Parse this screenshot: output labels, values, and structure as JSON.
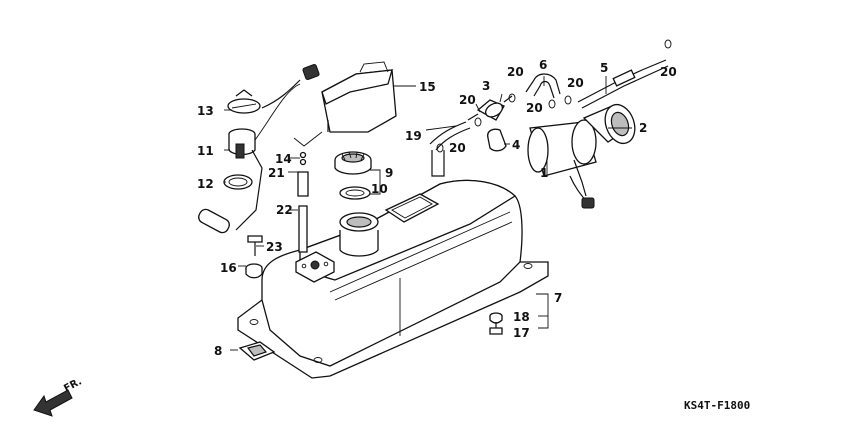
{
  "diagram": {
    "code": "KS4T-F1800",
    "direction_label": "FR.",
    "callouts": {
      "c1": "1",
      "c2": "2",
      "c3": "3",
      "c4": "4",
      "c5": "5",
      "c6": "6",
      "c7": "7",
      "c8": "8",
      "c9": "9",
      "c10": "10",
      "c11": "11",
      "c12": "12",
      "c13": "13",
      "c14": "14",
      "c15": "15",
      "c16": "16",
      "c17": "17",
      "c18": "18",
      "c19": "19",
      "c20a": "20",
      "c20b": "20",
      "c20c": "20",
      "c20d": "20",
      "c20e": "20",
      "c20f": "20",
      "c21": "21",
      "c22": "22",
      "c23": "23"
    }
  }
}
